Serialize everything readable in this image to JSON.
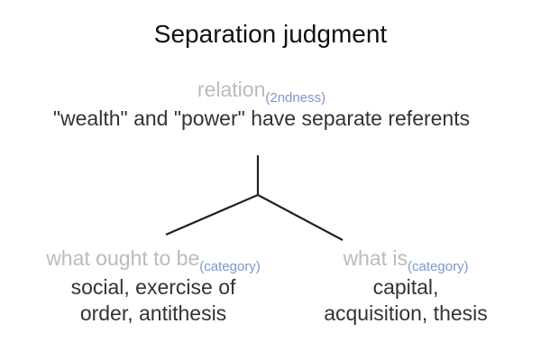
{
  "title": "Separation judgment",
  "nodes": {
    "root": {
      "head": "relation",
      "sub": "(2ndness)",
      "body": "\"wealth\" and \"power\" have separate referents"
    },
    "left": {
      "head": "what ought to be",
      "sub": "(category)",
      "body_lines": [
        "social, exercise of",
        "order, antithesis"
      ]
    },
    "right": {
      "head": "what is",
      "sub": "(category)",
      "body_lines": [
        "capital,",
        "acquisition, thesis"
      ]
    }
  },
  "colors": {
    "head": "#bbbbbb",
    "sub": "#7b98cc",
    "body": "#333333",
    "edge": "#222222"
  }
}
